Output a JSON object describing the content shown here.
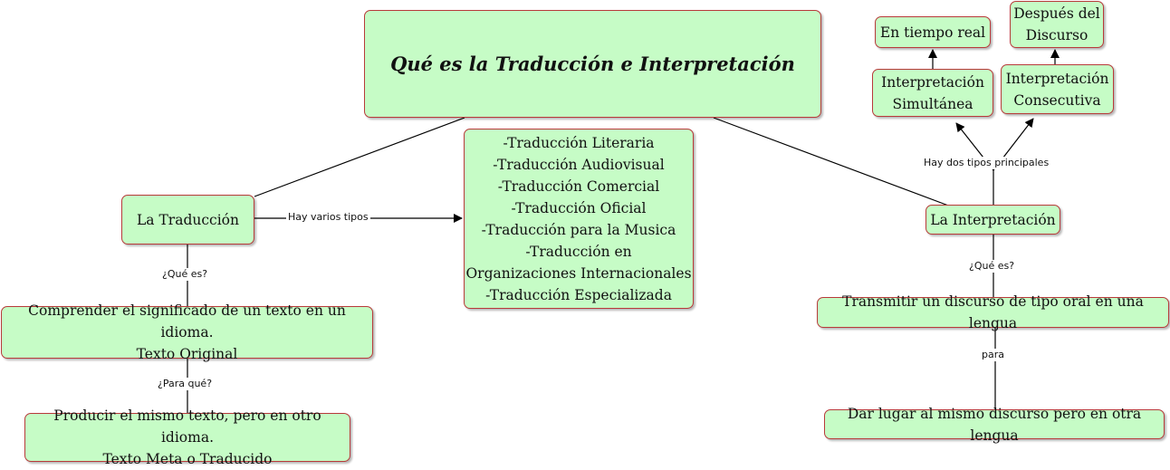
{
  "nodes": {
    "title": "Qué es la Traducción e Interpretación",
    "traduccion": "La Traducción",
    "types_list": "-Traducción Literaria\n-Traducción Audiovisual\n-Traducción Comercial\n-Traducción Oficial\n-Traducción para la Musica\n-Traducción en\nOrganizaciones Internacionales\n-Traducción Especializada",
    "comprender": "Comprender el significado de un texto en un idioma.\nTexto Original",
    "producir": "Producir el mismo texto, pero en otro idioma.\nTexto Meta o Traducido",
    "interpretacion": "La Interpretación",
    "simultanea": "Interpretación\nSimultánea",
    "consecutiva": "Interpretación\nConsecutiva",
    "tiempo_real": "En tiempo real",
    "despues": "Después del\nDiscurso",
    "transmitir": "Transmitir un discurso de tipo oral en una lengua",
    "dar_lugar": "Dar lugar al mismo discurso pero en otra lengua"
  },
  "links": {
    "hay_varios_tipos": "Hay varios tipos",
    "que_es_left": "¿Qué es?",
    "para_que": "¿Para qué?",
    "hay_dos_tipos": "Hay dos tipos principales",
    "que_es_right": "¿Qué es?",
    "para": "para"
  }
}
